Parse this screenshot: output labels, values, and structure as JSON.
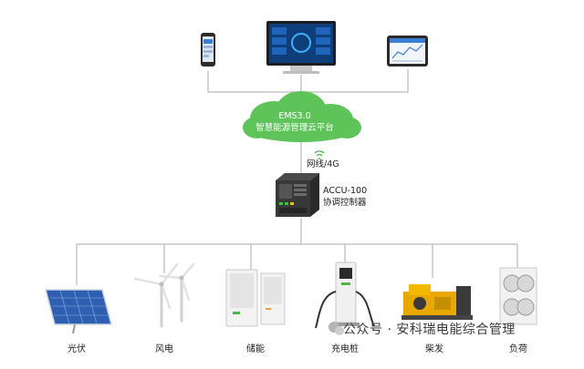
{
  "cloud": {
    "line1": "EMS3.0",
    "line2": "智慧能源管理云平台"
  },
  "link": {
    "label": "网线/4G"
  },
  "controller": {
    "model": "ACCU-100",
    "name": "协调控制器"
  },
  "devices": [
    {
      "label": "光伏",
      "icon": "solar-panel-icon"
    },
    {
      "label": "风电",
      "icon": "wind-turbine-icon"
    },
    {
      "label": "储能",
      "icon": "energy-storage-cabinet-icon"
    },
    {
      "label": "充电桩",
      "icon": "ev-charger-icon"
    },
    {
      "label": "柴发",
      "icon": "diesel-generator-icon"
    },
    {
      "label": "负荷",
      "icon": "air-conditioner-load-icon"
    }
  ],
  "terminals": [
    {
      "icon": "smartphone-icon"
    },
    {
      "icon": "desktop-monitor-icon"
    },
    {
      "icon": "tablet-icon"
    }
  ],
  "watermark": {
    "text": "公众号 · 安科瑞电能综合管理"
  },
  "colors": {
    "cloud": "#5ec45a",
    "line": "#b9b9b9",
    "panel": "#2f5fb0"
  }
}
